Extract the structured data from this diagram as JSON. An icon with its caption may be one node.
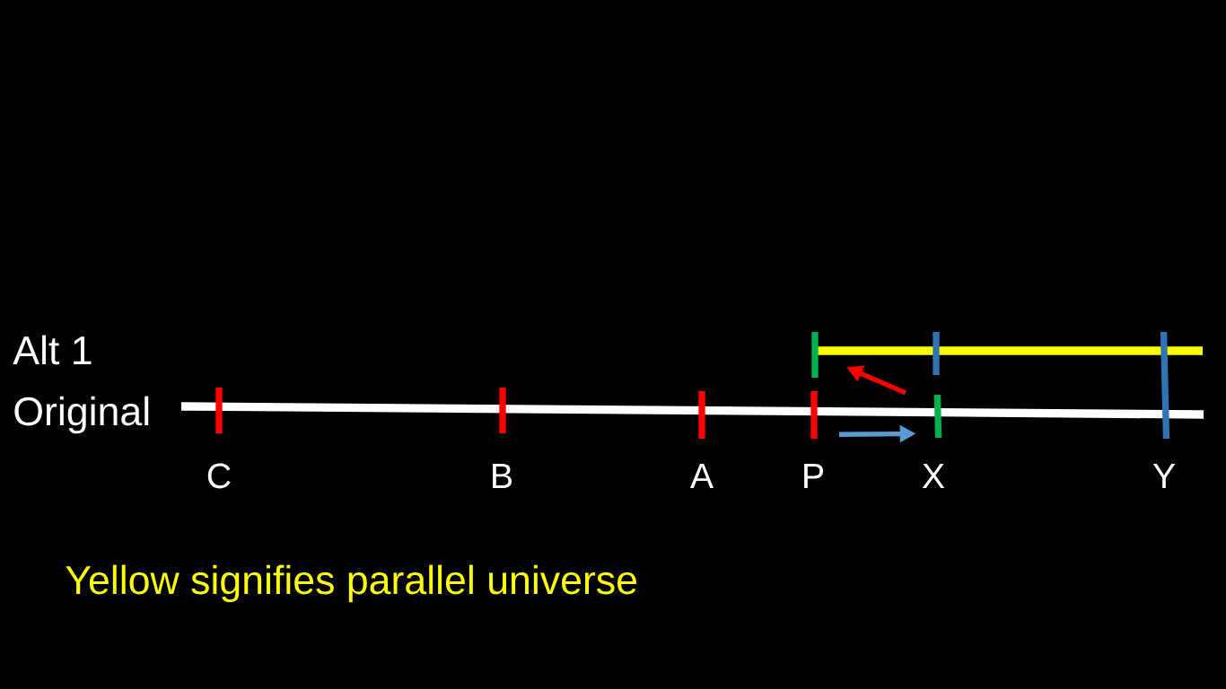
{
  "diagram": {
    "nodes": [
      {
        "text": [],
        "shape": "bar",
        "beside": [
          "C"
        ]
      },
      {
        "text": [],
        "shape": "bar",
        "beside": [
          "B"
        ]
      },
      {
        "text": [],
        "shape": "bar",
        "beside": [
          "A"
        ]
      },
      {
        "text": [],
        "shape": "bar",
        "beside": [
          "P"
        ]
      },
      {
        "text": [],
        "shape": "bar",
        "beside": [
          "X"
        ]
      },
      {
        "text": [],
        "shape": "bar",
        "beside": [
          "Y"
        ]
      },
      {
        "text": [],
        "shape": "bar"
      },
      {
        "text": [],
        "shape": "bar"
      }
    ],
    "edges": [
      {
        "from": 3,
        "to": 4,
        "arrow": "to",
        "color": "#5b9bd5"
      },
      {
        "from": 4,
        "to": 6,
        "arrow": "to",
        "color": "#ff0000"
      }
    ],
    "labels": [
      "Alt 1",
      "Original",
      "Yellow signifies parallel universe"
    ]
  }
}
